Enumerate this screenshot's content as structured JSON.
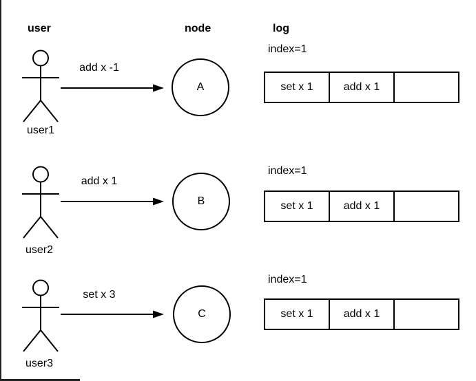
{
  "colors": {
    "background": "#ffffff",
    "stroke": "#000000",
    "page_border": "#222222"
  },
  "headers": {
    "user": "user",
    "node": "node",
    "log": "log"
  },
  "rows": [
    {
      "actor_label": "user1",
      "message": "add x -1",
      "node_label": "A",
      "log": {
        "index_label": "index=1",
        "cells": [
          "set x 1",
          "add x 1",
          ""
        ]
      }
    },
    {
      "actor_label": "user2",
      "message": "add x 1",
      "node_label": "B",
      "log": {
        "index_label": "index=1",
        "cells": [
          "set x 1",
          "add x 1",
          ""
        ]
      }
    },
    {
      "actor_label": "user3",
      "message": "set x 3",
      "node_label": "C",
      "log": {
        "index_label": "index=1",
        "cells": [
          "set x 1",
          "add x 1",
          ""
        ]
      }
    }
  ]
}
